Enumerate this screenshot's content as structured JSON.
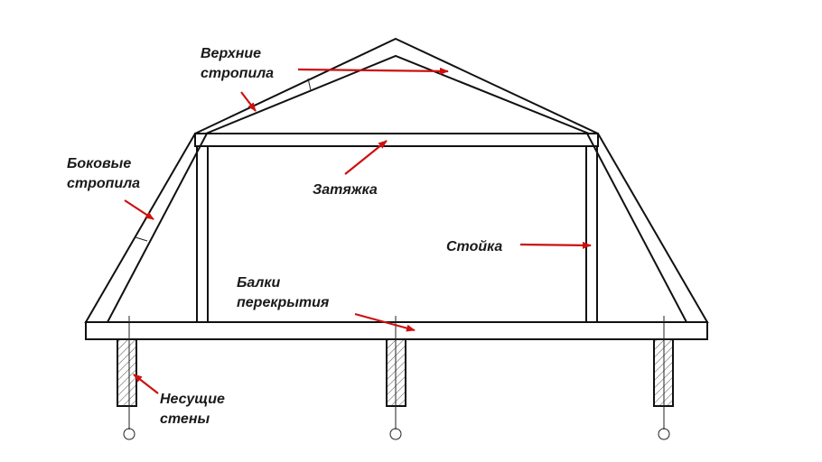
{
  "labels": {
    "upper_rafters": [
      "Верхние",
      "стропила"
    ],
    "side_rafters": [
      "Боковые",
      "стропила"
    ],
    "tie_beam": [
      "Затяжка"
    ],
    "post": [
      "Стойка"
    ],
    "floor_beams": [
      "Балки",
      "перекрытия"
    ],
    "bearing_walls": [
      "Несущие",
      "стены"
    ]
  },
  "colors": {
    "structure": "#111111",
    "arrow": "#cc1111",
    "text": "#1a1a1a"
  }
}
